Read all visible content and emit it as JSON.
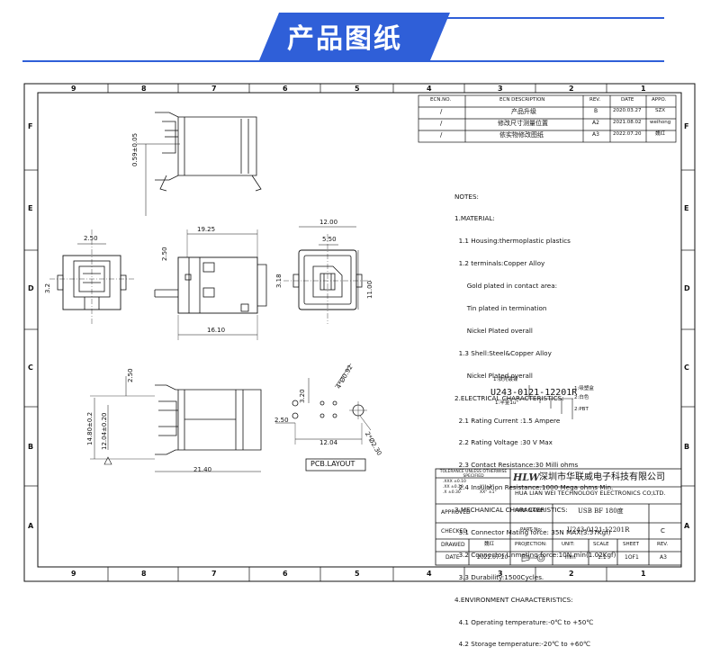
{
  "banner": {
    "title": "产品图纸",
    "accent": "#2f5fd8"
  },
  "border": {
    "columns": [
      "9",
      "8",
      "7",
      "6",
      "5",
      "4",
      "3",
      "2",
      "1"
    ],
    "rows": [
      "F",
      "E",
      "D",
      "C",
      "B",
      "A"
    ]
  },
  "revisions": {
    "headers": [
      "ECN.NO.",
      "ECN DESCRIPTION",
      "REV.",
      "DATE",
      "APPO."
    ],
    "rows": [
      {
        "ecn": "/",
        "desc": "产品升级",
        "rev": "B",
        "date": "2020.03.27",
        "appo": "SZX"
      },
      {
        "ecn": "/",
        "desc": "修改尺寸测量位置",
        "rev": "A2",
        "date": "2021.08.02",
        "appo": "weihong"
      },
      {
        "ecn": "/",
        "desc": "依实物修改图纸",
        "rev": "A3",
        "date": "2022.07.20",
        "appo": "魏红"
      }
    ]
  },
  "notes": [
    "NOTES:",
    "1.MATERIAL:",
    "  1.1 Housing:thermoplastic plastics",
    "  1.2 terminals:Copper Alloy",
    "      Gold plated in contact area:",
    "      Tin plated in termination",
    "      Nickel Plated overall",
    "  1.3 Shell:Steel&Copper Alloy",
    "      Nickel Plated overall",
    "2.ELECTRICAL CHARACTERISTICS:",
    "  2.1 Rating Current :1.5 Ampere",
    "  2.2 Rating Voltage :30 V Max",
    "  2.3 Contact Resistance:30 Milli ohms",
    "  2.4 Insulation Resistance:1000 Mega ohms Min.",
    "3.MECHANICAL CHARACTERISTICS:",
    "  3.1 Connector Mating force: 35N MAX(3.57Kgf)",
    "  3.2 Connector Unmating force:10N min(1.02Kgf)",
    "  3.3 Durability:1500Cycles.",
    "4.ENVIRONMENT CHARACTERISTICS:",
    "  4.1 Operating temperature:-0℃ to +50℃",
    "  4.2 Storage temperature:-20℃ to +60℃"
  ],
  "part_code": {
    "code": "U243-0121-12201R",
    "legend": [
      "1:铁壳镀镍",
      "1:半金1u\"",
      "1:吸塑盒",
      "2:白色",
      "2:PBT"
    ]
  },
  "dimensions": {
    "d_059": "0.59±0.05",
    "d_250a": "2.50",
    "d_1925": "19.25",
    "d_250b": "2.50",
    "d_32": "3.2",
    "d_1610": "16.10",
    "d_1200": "12.00",
    "d_550": "5.50",
    "d_318": "3.18",
    "d_1100": "11.00",
    "d_250c": "2.50",
    "d_1480": "14.80±0.2",
    "d_1204a": "12.04±0.20",
    "d_2140": "21.40",
    "d_320": "3.20",
    "d_hole1": "4*Ø0.92",
    "d_250d": "2.50",
    "d_1204b": "12.04",
    "d_hole2": "2*Ø2.30"
  },
  "pcb_label": "PCB.LAYOUT",
  "title_block": {
    "tolerance": {
      "title": "TOLERANCE UNLESS OTHERWISE SPECIFIED",
      "lines": [
        ".XXX ±0.10",
        ".XX ±0.20",
        ".X ±0.30",
        "X° ±2°",
        "XX° ±1°"
      ]
    },
    "company_cn": "深圳市华联威电子科技有限公司",
    "company_en": "HUA LIAN WEI TECHNOLOGY ELECTRONICS CO;LTD.",
    "logo": "HLW",
    "approved_label": "APPROVED",
    "checked_label": "CHECKED",
    "drawn_label": "DRAWED",
    "drawn_by": "魏红",
    "date_label": "DATE",
    "date_value": "2022.07.20",
    "part_name_label": "PART NAME:",
    "part_name": "USB BF 180度",
    "part_no_label": "PART No:",
    "part_no": "U243-0121-12201R",
    "size_value": "C",
    "projection_label": "PROJECTION:",
    "unit_label": "UNIT:",
    "unit_value": "mm",
    "scale_label": "SCALE",
    "scale_value": "1:1",
    "sheet_label": "SHEET",
    "sheet_value": "1OF1",
    "rev_label": "REV.",
    "rev_value": "A3"
  }
}
